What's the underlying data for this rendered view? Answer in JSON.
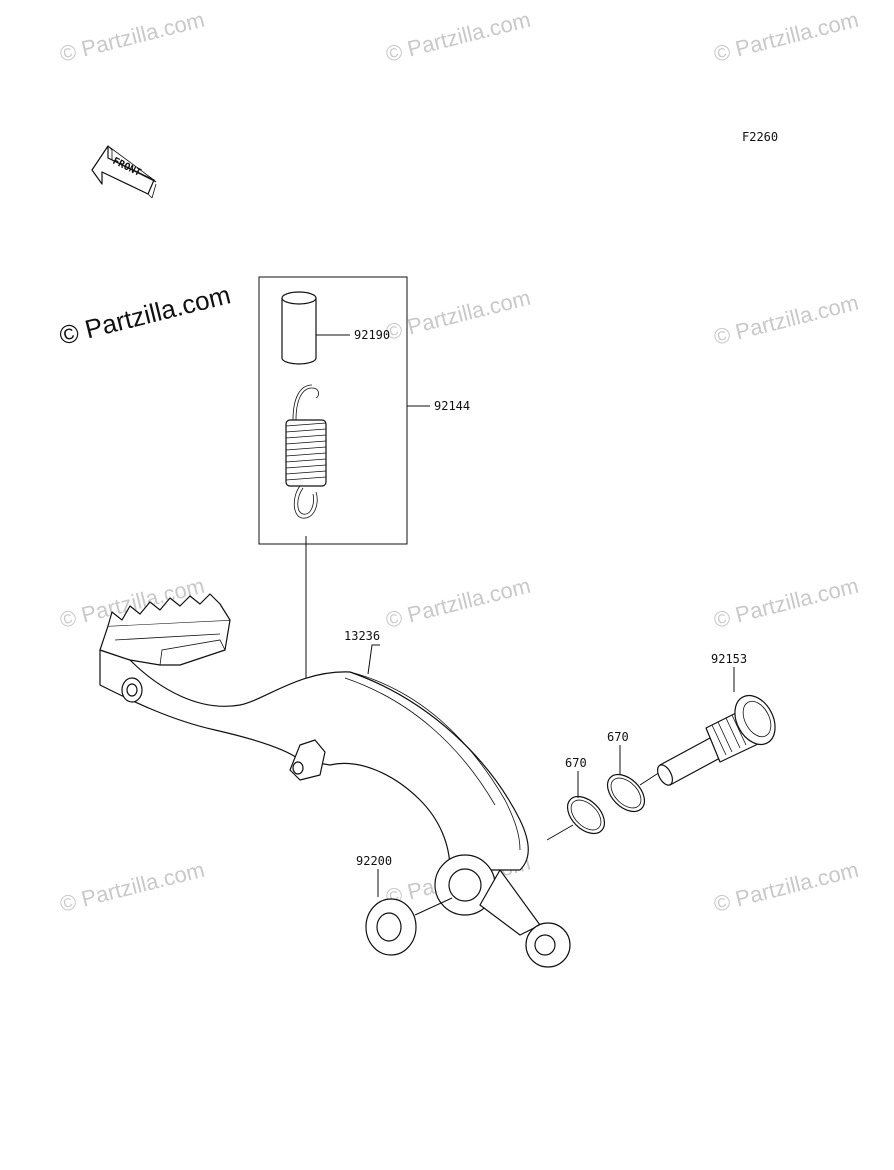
{
  "figure_code": "F2260",
  "front_label": "FRONT",
  "watermark_text": "© Partzilla.com",
  "parts": {
    "collar": "92190",
    "spring_set": "92144",
    "brake_pedal": "13236",
    "shaft": "92153",
    "o_ring_1": "670",
    "o_ring_2": "670",
    "washer": "92200"
  }
}
